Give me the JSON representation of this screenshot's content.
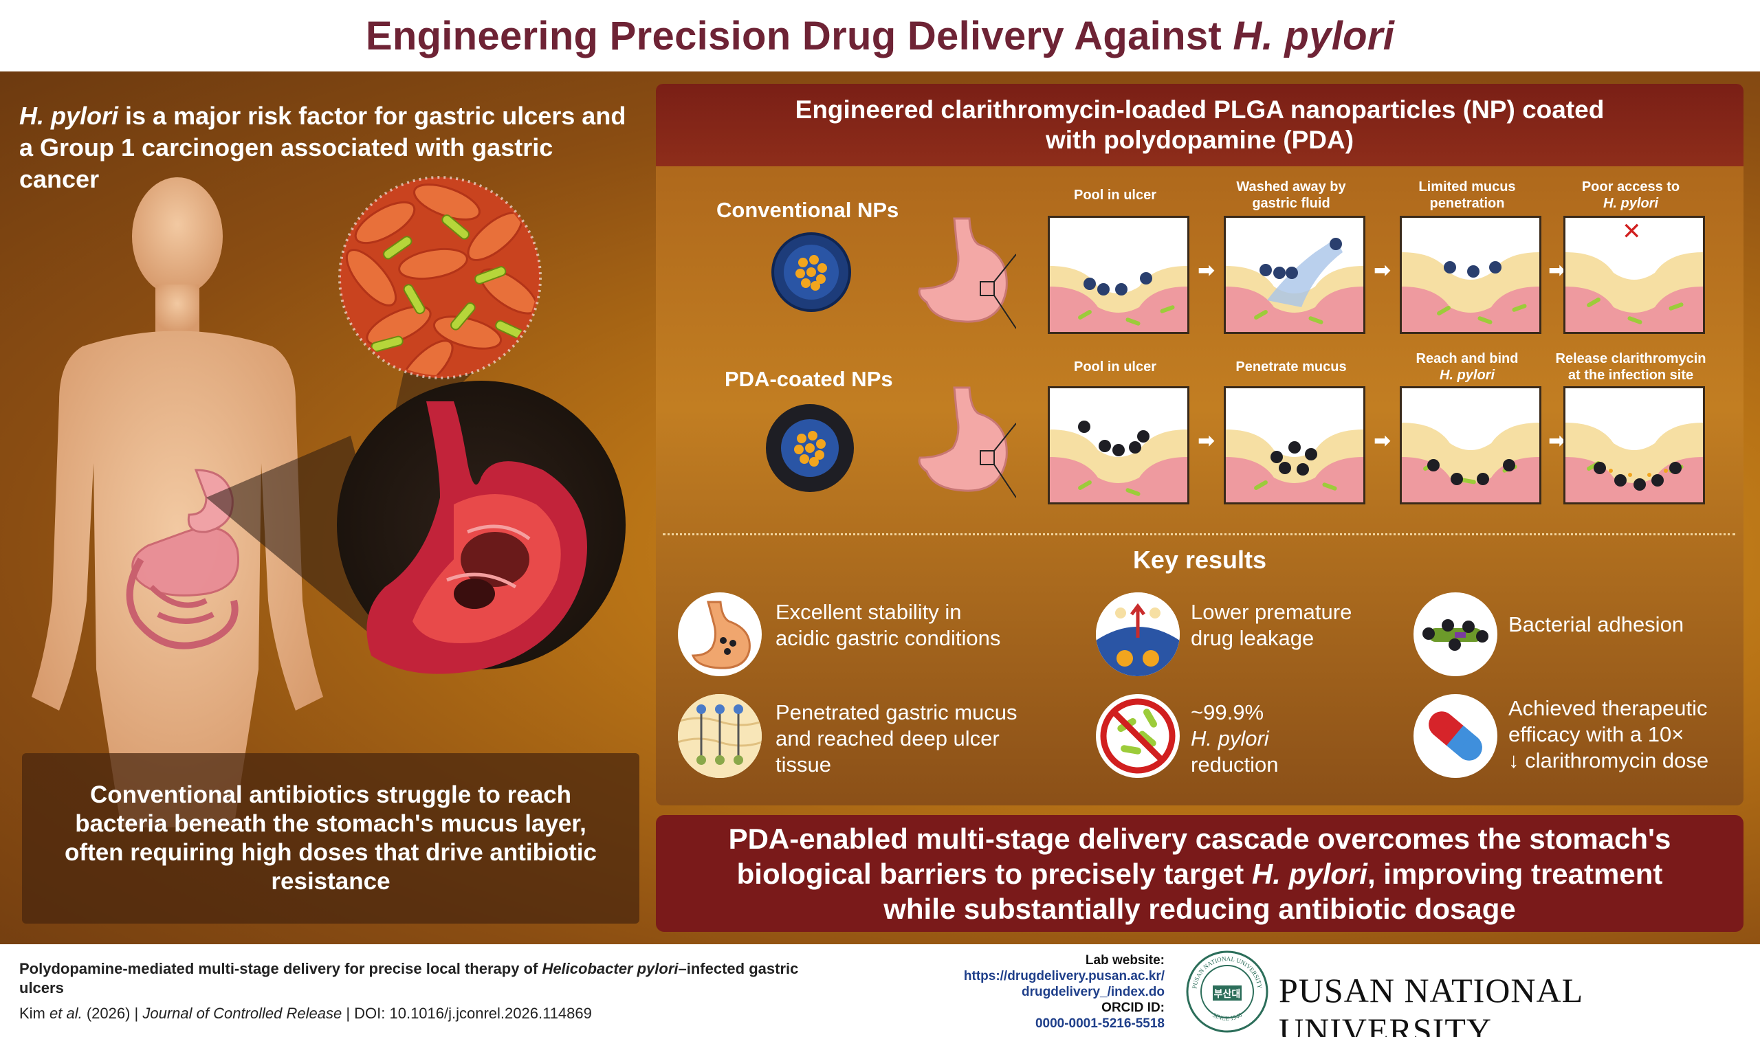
{
  "title": {
    "prefix": "Engineering Precision Drug Delivery Against ",
    "italic": "H. pylori"
  },
  "left": {
    "intro_italic": "H. pylori",
    "intro_rest": " is a major risk factor for gastric ulcers and a Group 1 carcinogen associated with gastric cancer",
    "caption": "Conventional antibiotics struggle to reach bacteria beneath the stomach's mucus layer, often requiring high doses that drive antibiotic resistance"
  },
  "panel": {
    "header_line1": "Engineered clarithromycin-loaded PLGA nanoparticles (NP) coated",
    "header_line2": "with polydopamine (PDA)",
    "rows": [
      {
        "label": "Conventional NPs",
        "stages": [
          {
            "line1": "Pool in ulcer",
            "line2": ""
          },
          {
            "line1": "Washed away by",
            "line2": "gastric fluid"
          },
          {
            "line1": "Limited mucus",
            "line2": "penetration"
          },
          {
            "line1": "Poor access to",
            "line2": "H. pylori"
          }
        ]
      },
      {
        "label": "PDA-coated NPs",
        "stages": [
          {
            "line1": "Pool in ulcer",
            "line2": ""
          },
          {
            "line1": "Penetrate mucus",
            "line2": ""
          },
          {
            "line1": "Reach and bind",
            "line2": "H. pylori"
          },
          {
            "line1": "Release clarithromycin",
            "line2": "at the infection site"
          }
        ]
      }
    ],
    "arrow_glyph": "➡",
    "fail_mark": "✕",
    "key_results_title": "Key results",
    "results": [
      {
        "icon": "stomach-stability-icon",
        "text1": "Excellent stability in",
        "text2": "acidic gastric conditions",
        "text3": ""
      },
      {
        "icon": "drug-leakage-icon",
        "text1": "Lower premature",
        "text2": "drug leakage",
        "text3": ""
      },
      {
        "icon": "bacterial-adhesion-icon",
        "text1": "Bacterial adhesion",
        "text2": "",
        "text3": ""
      },
      {
        "icon": "mucus-penetration-icon",
        "text1": "Penetrated gastric mucus",
        "text2": "and reached deep ulcer",
        "text3": "tissue"
      },
      {
        "icon": "no-bacteria-icon",
        "text1": "~99.9%",
        "text2": "H. pylori",
        "text3": "reduction"
      },
      {
        "icon": "capsule-icon",
        "text1": "Achieved therapeutic",
        "text2": "efficacy with a 10×",
        "text3": "↓ clarithromycin dose"
      }
    ]
  },
  "banner": {
    "line1": "PDA-enabled multi-stage delivery cascade overcomes the stomach's",
    "line2_pre": "biological barriers to precisely target ",
    "line2_italic": "H. pylori",
    "line2_post": ", improving treatment",
    "line3": "while substantially reducing antibiotic dosage"
  },
  "footer": {
    "paper_title_pre": "Polydopamine-mediated multi-stage delivery for precise local therapy of ",
    "paper_title_italic": "Helicobacter pylori",
    "paper_title_post": "–infected gastric ulcers",
    "authors_pre": "Kim ",
    "authors_italic": "et al.",
    "authors_post": " (2026) | ",
    "journal": "Journal of Controlled Release",
    "doi": " | DOI: 10.1016/j.jconrel.2026.114869",
    "lab_label": "Lab website:",
    "lab_url_1": "https://drugdelivery.pusan.ac.kr/",
    "lab_url_2": "drugdelivery_/index.do",
    "orcid_label": "ORCID ID:",
    "orcid": "0000-0001-5216-5518",
    "university": "PUSAN NATIONAL UNIVERSITY",
    "seal_top": "PUSAN NATIONAL UNIVERSITY",
    "seal_bottom": "SINCE 1946",
    "seal_center": "부산대"
  },
  "colors": {
    "title": "#6e2335",
    "header_red": "#7a1f16",
    "banner_red": "#7a1a1a",
    "np_blue": "#1d3c7a",
    "np_dark": "#1e1e24",
    "drug_orange": "#f2a51e",
    "link_blue": "#1f3f8a"
  }
}
